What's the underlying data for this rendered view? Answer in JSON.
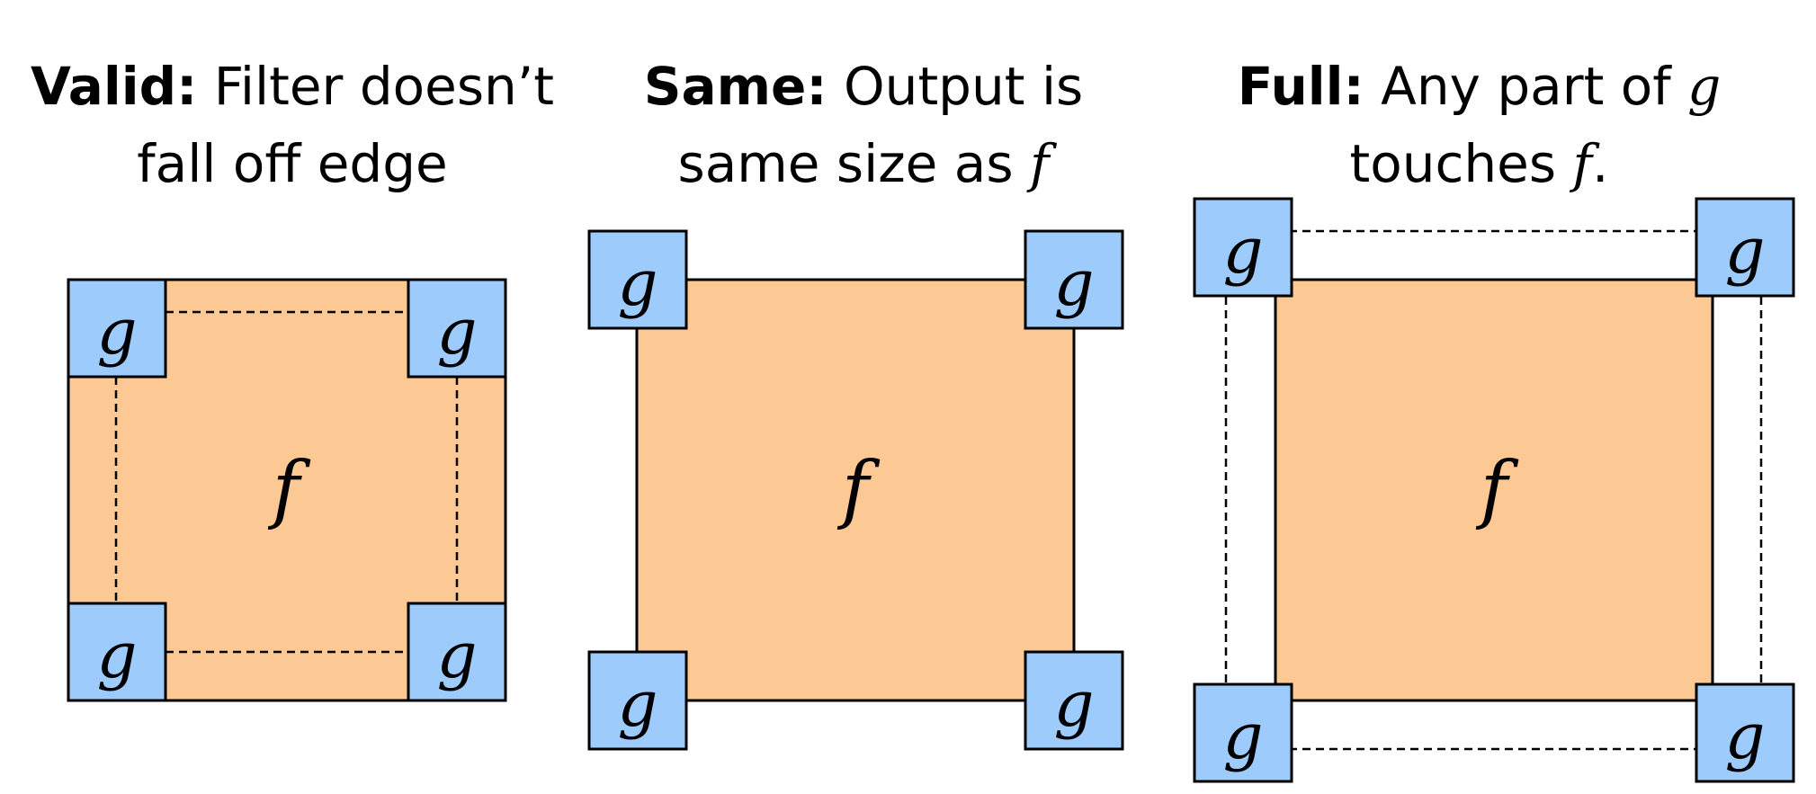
{
  "colors": {
    "f_fill": "#fcc893",
    "g_fill": "#9ccbfc",
    "stroke": "#000000",
    "background": "#ffffff"
  },
  "panels": [
    {
      "id": "valid",
      "title_bold": "Valid:",
      "title_rest_line1": " Filter doesn’t",
      "title_line2": "fall off edge",
      "f_label": "f",
      "g_label": "g"
    },
    {
      "id": "same",
      "title_bold": "Same:",
      "title_rest_line1": " Output is",
      "title_line2_prefix": "same size as ",
      "title_line2_ital": "f",
      "f_label": "f",
      "g_label": "g"
    },
    {
      "id": "full",
      "title_bold": "Full:",
      "title_rest_line1": " Any part of ",
      "title_line1_ital": "g",
      "title_line2_prefix": "touches ",
      "title_line2_ital": "f",
      "title_line2_suffix": ".",
      "f_label": "f",
      "g_label": "g"
    }
  ]
}
